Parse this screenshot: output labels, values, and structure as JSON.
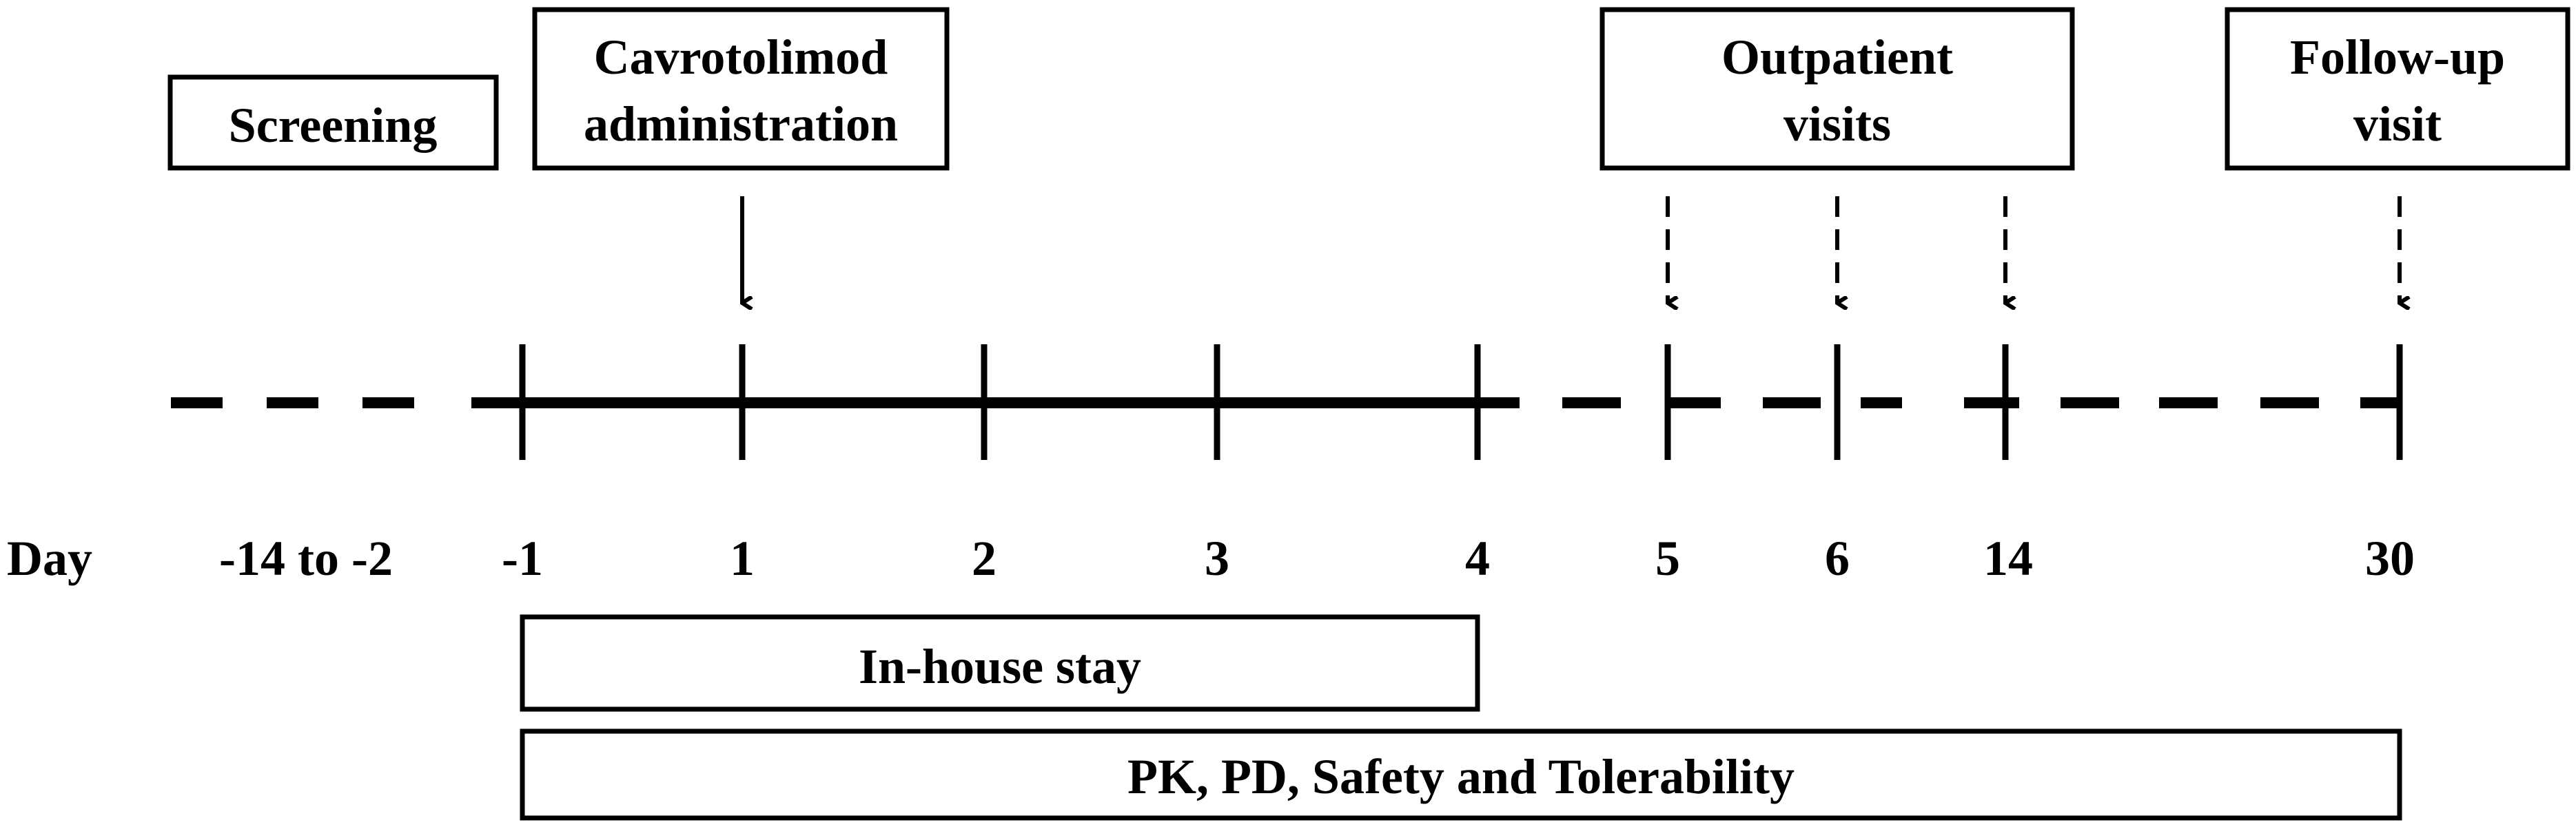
{
  "header_boxes": {
    "screening": [
      "Screening"
    ],
    "administration": [
      "Cavrotolimod",
      "administration"
    ],
    "outpatient": [
      "Outpatient",
      "visits"
    ],
    "followup": [
      "Follow-up",
      "visit"
    ]
  },
  "day_row": {
    "label": "Day",
    "screening_range": "-14 to -2",
    "days": [
      "-1",
      "1",
      "2",
      "3",
      "4",
      "5",
      "6",
      "14",
      "30"
    ]
  },
  "bottom_boxes": {
    "inhouse": "In-house stay",
    "assessments": "PK, PD, Safety and Tolerability"
  },
  "arrows": {
    "administration_day": "1",
    "outpatient_days": [
      "5",
      "6",
      "14"
    ],
    "followup_day": "30"
  },
  "colors": {
    "ink": "#000000",
    "background": "#ffffff"
  }
}
